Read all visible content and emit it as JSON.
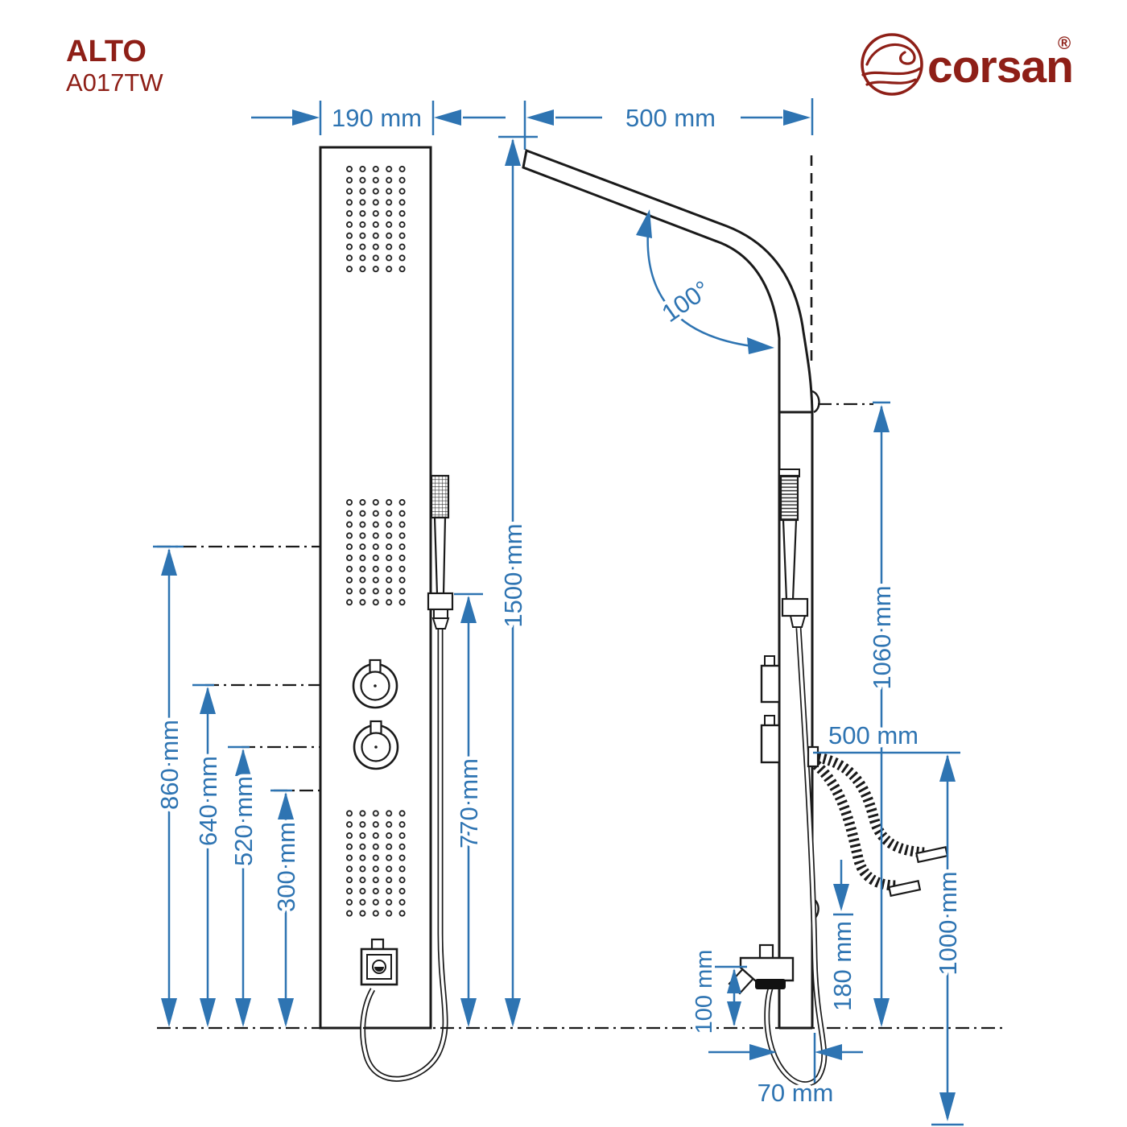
{
  "header": {
    "product_name": "ALTO",
    "product_code": "A017TW",
    "brand": "corsan",
    "registered": "®"
  },
  "colors": {
    "dimension_blue": "#2E74B2",
    "brand_red": "#8E1F17",
    "line_black": "#1A1A1A"
  },
  "front_view": {
    "width": "190 mm",
    "total_height": "1500 mm",
    "hand_shower_height": "770 mm",
    "upper_jets_height": "860 mm",
    "upper_knob_height": "640 mm",
    "lower_knob_height": "520 mm",
    "lower_jets_height": "300 mm"
  },
  "side_view": {
    "arm_reach": "500 mm",
    "arm_angle": "100°",
    "top_to_floor": "1060 mm",
    "spout_line": "500 mm",
    "spout_to_floor": "1000 mm",
    "bracket_height": "180 mm",
    "outlet_height": "100 mm",
    "panel_depth": "70 mm"
  }
}
